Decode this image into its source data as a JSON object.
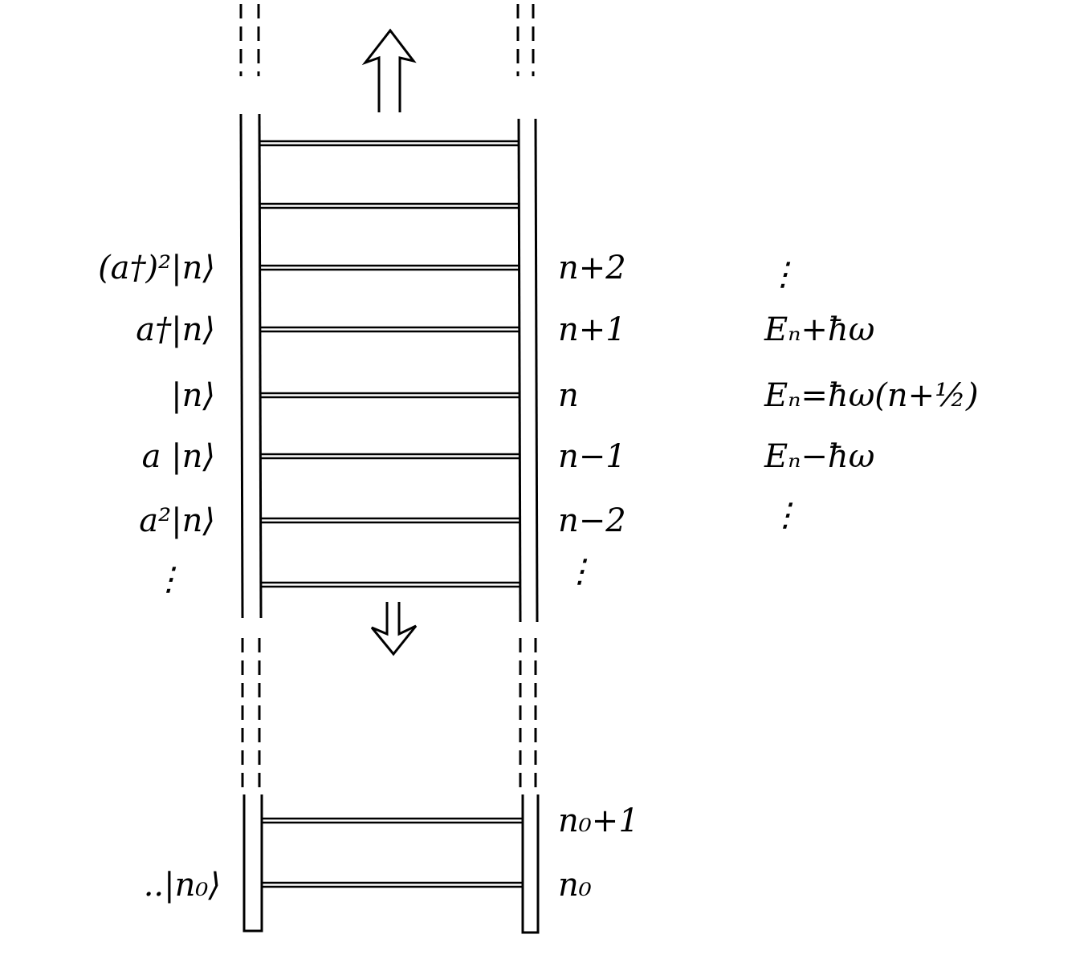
{
  "title": "Harmonic oscillator ladder of states",
  "left_labels": [
    "(a†)²|n⟩",
    "a†|n⟩",
    "|n⟩",
    "a |n⟩",
    "a²|n⟩",
    "⋮",
    "..|n₀⟩"
  ],
  "right_labels": [
    "n+2",
    "n+1",
    "n",
    "n−1",
    "n−2",
    "⋮",
    "n₀+1",
    "n₀"
  ],
  "energy_labels": [
    "⋮",
    "Eₙ+ħω",
    "Eₙ=ħω(n+½)",
    "Eₙ−ħω",
    "⋮"
  ],
  "arrows": {
    "up": "raising-arrow",
    "down": "lowering-arrow"
  }
}
